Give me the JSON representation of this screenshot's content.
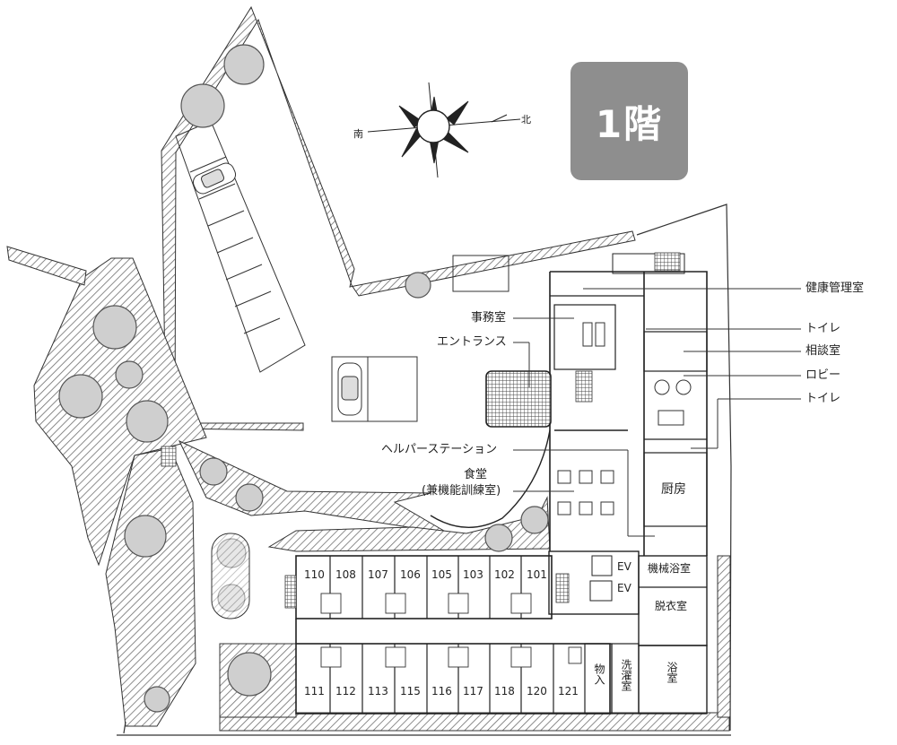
{
  "floor_badge": "1階",
  "compass": {
    "south": "南",
    "north": "北"
  },
  "left_labels": {
    "office": "事務室",
    "entrance": "エントランス",
    "helper_station": "ヘルパーステーション",
    "dining_line1": "食堂",
    "dining_line2": "(兼機能訓練室)"
  },
  "right_labels": {
    "health": "健康管理室",
    "toilet1": "トイレ",
    "consult": "相談室",
    "lobby": "ロビー",
    "toilet2": "トイレ"
  },
  "rooms_top": [
    "110",
    "108",
    "107",
    "106",
    "105",
    "103",
    "102",
    "101"
  ],
  "rooms_bottom": [
    "111",
    "112",
    "113",
    "115",
    "116",
    "117",
    "118",
    "120",
    "121"
  ],
  "facilities": {
    "kitchen": "厨房",
    "machine_bath": "機械浴室",
    "dressing": "脱衣室",
    "bath": "浴室",
    "storage": "物入",
    "laundry": "洗濯室",
    "ev1": "EV",
    "ev2": "EV"
  },
  "colors": {
    "badge": "#8e8e8e",
    "hatch": "#6f6f6f",
    "line": "#333333",
    "tree": "#cfcfcf"
  }
}
